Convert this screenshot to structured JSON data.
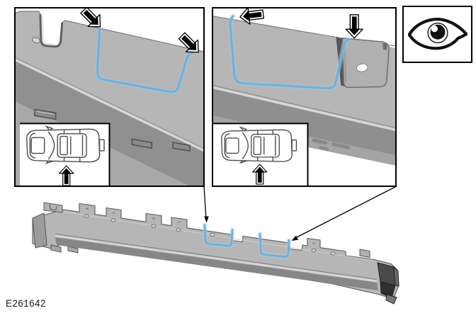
{
  "figure": {
    "reference_code": "E261642",
    "kind": "body-repair-sealer-location-illustration"
  },
  "view_indicator": {
    "icon": "eye-icon",
    "meaning": "view-direction-indicator"
  },
  "detail_views": [
    {
      "name": "sealer-detail-left",
      "sealer_trace": "blue U-shaped sealer line",
      "callout_arrows": 2,
      "vehicle_inset": {
        "icon": "vehicle-top-view-icon",
        "location_arrow": "up-arrow at left sill"
      }
    },
    {
      "name": "sealer-detail-right",
      "sealer_trace": "blue U-shaped sealer line",
      "callout_arrows": 2,
      "vehicle_inset": {
        "icon": "vehicle-top-view-icon",
        "location_arrow": "up-arrow at left sill"
      }
    }
  ],
  "main_illustration": {
    "name": "sill-reinforcement-panel",
    "highlight_regions": 2,
    "leader_lines": 2
  },
  "colors": {
    "sealer_highlight": "#72b1dc",
    "panel_gray": "#b6b6b6",
    "panel_dark_band": "#8f8f8f",
    "outline_black": "#000000",
    "background": "#ffffff"
  }
}
